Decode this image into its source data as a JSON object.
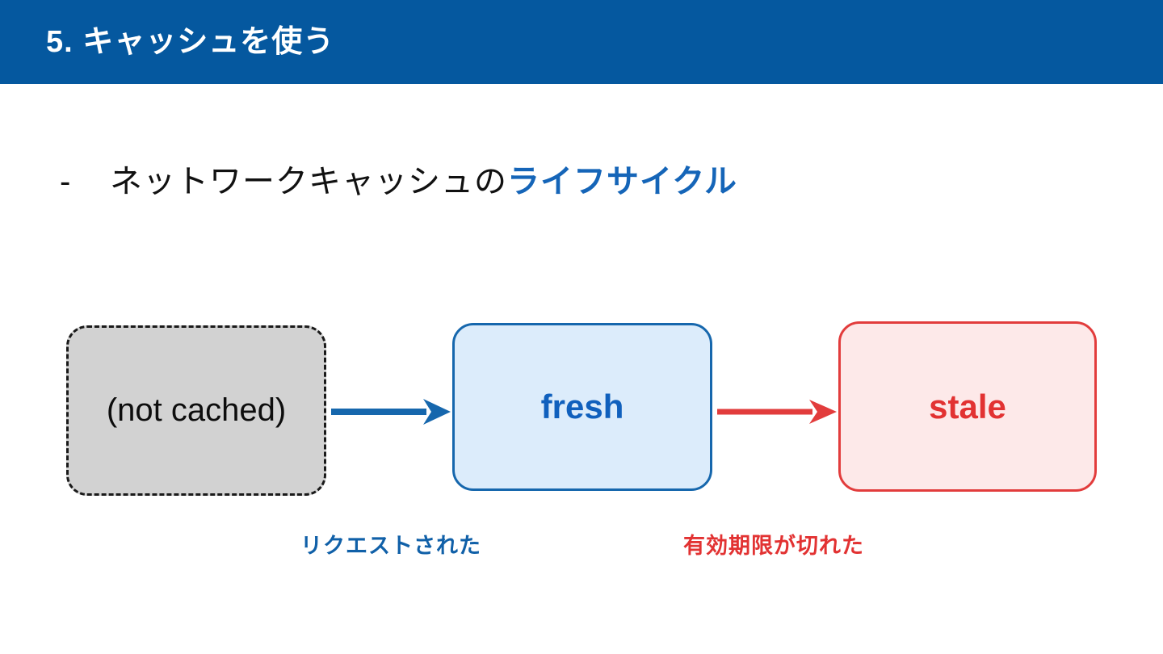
{
  "slide": {
    "header": {
      "title": "5. キャッシュを使う",
      "bar_color": "#05589f",
      "title_color": "#ffffff"
    },
    "bullet": {
      "marker": "-",
      "text": "ネットワークキャッシュの",
      "accent_text": "ライフサイクル",
      "accent_color": "#1565b8",
      "text_color": "#111111"
    },
    "diagram": {
      "type": "state-flow",
      "nodes": [
        {
          "id": "not-cached",
          "label": "(not cached)",
          "fill": "#d2d2d2",
          "border": "#1a1a1a",
          "border_style": "dashed",
          "text_color": "#0d0d0d"
        },
        {
          "id": "fresh",
          "label": "fresh",
          "fill": "#dcecfb",
          "border": "#1667ad",
          "border_style": "solid",
          "text_color": "#1060bd"
        },
        {
          "id": "stale",
          "label": "stale",
          "fill": "#fde9e9",
          "border": "#e23c3c",
          "border_style": "solid",
          "text_color": "#e23232"
        }
      ],
      "edges": [
        {
          "id": "request",
          "from": "not-cached",
          "to": "fresh",
          "label": "リクエストされた",
          "color": "#1060a8"
        },
        {
          "id": "expire",
          "from": "fresh",
          "to": "stale",
          "label": "有効期限が切れた",
          "color": "#e23232"
        }
      ]
    }
  }
}
